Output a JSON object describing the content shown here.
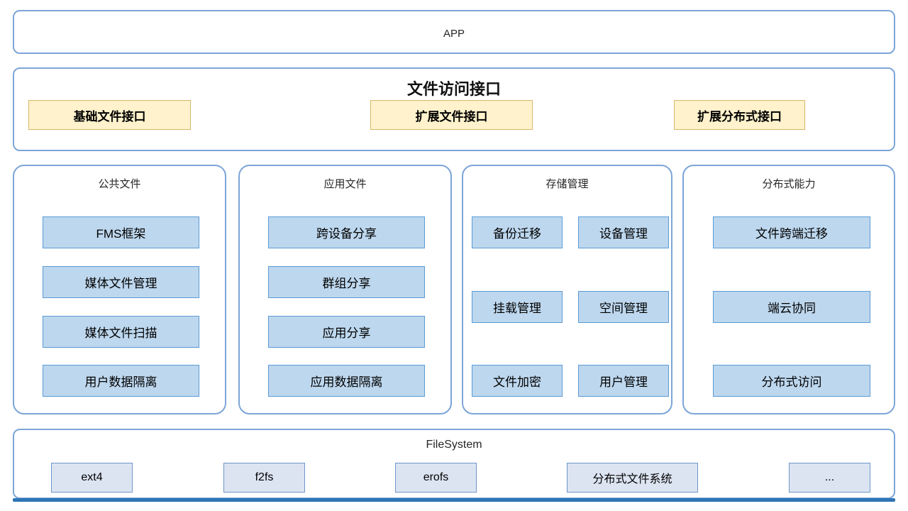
{
  "app": {
    "label": "APP"
  },
  "interface_layer": {
    "title": "文件访问接口",
    "items": [
      "基础文件接口",
      "扩展文件接口",
      "扩展分布式接口"
    ]
  },
  "columns": [
    {
      "title": "公共文件",
      "items": [
        "FMS框架",
        "媒体文件管理",
        "媒体文件扫描",
        "用户数据隔离"
      ]
    },
    {
      "title": "应用文件",
      "items": [
        "跨设备分享",
        "群组分享",
        "应用分享",
        "应用数据隔离"
      ]
    },
    {
      "title": "存储管理",
      "items": [
        "备份迁移",
        "设备管理",
        "挂载管理",
        "空间管理",
        "文件加密",
        "用户管理"
      ]
    },
    {
      "title": "分布式能力",
      "items": [
        "文件跨端迁移",
        "端云协同",
        "分布式访问"
      ]
    }
  ],
  "filesystem": {
    "title": "FileSystem",
    "items": [
      "ext4",
      "f2fs",
      "erofs",
      "分布式文件系统",
      "..."
    ]
  },
  "colors": {
    "container_border": "#7ca5d8",
    "yellow_fill": "#fff2cc",
    "yellow_border": "#d8b76a",
    "blue_fill": "#bdd7ee",
    "blue_border": "#5b9bd5",
    "filesystem_fill": "#dce4f2",
    "filesystem_border": "#6c96c8",
    "bottom_bar": "#2e75b6"
  }
}
